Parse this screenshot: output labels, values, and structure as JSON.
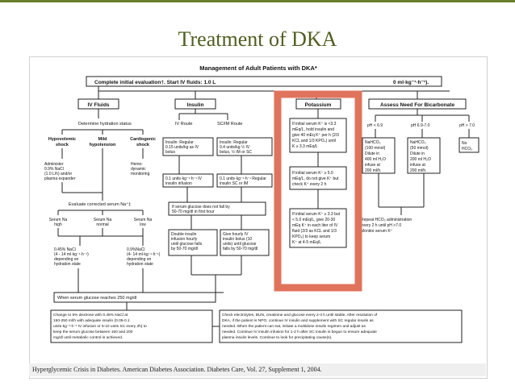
{
  "slide_title": "Treatment of DKA",
  "chart_title": "Management of Adult Patients with DKA*",
  "initial_eval": "Complete initial evaluation†. Start IV fluids: 1.0 L",
  "initial_eval_end": "0 ml·kg⁻¹·h⁻¹).",
  "iv_fluids": {
    "header": "IV Fluids",
    "hydration": "Determine hydration status",
    "shock": [
      "Hypovolemic",
      "shock"
    ],
    "mild": [
      "Mild",
      "hypotension"
    ],
    "cardio": [
      "Cardiogenic",
      "shock"
    ],
    "administer": [
      "Administer",
      "0.9% NaCl",
      "(1.0 L/h) and/or",
      "plasma expander"
    ],
    "hemo": [
      "Hemo-",
      "dynamic",
      "monitoring"
    ],
    "evaluate": "Evaluate corrected serum Na⁺‡",
    "na_high": [
      "Serum Na",
      "high"
    ],
    "na_normal": [
      "Serum Na",
      "normal"
    ],
    "na_low": [
      "Serum Na",
      "low"
    ],
    "half_nacl": [
      "0.45% NaCl",
      "(4 - 14 ml·kg⁻¹·h⁻¹)",
      "depending on",
      "hydration state"
    ],
    "full_nacl": [
      "0.9%NaCl",
      "(4- 14 ml·kg⁻¹·h⁻¹)",
      "depending on",
      "hydration state"
    ]
  },
  "insulin": {
    "header": "Insulin",
    "iv_route": "IV Route",
    "scim_route": "SC/IM Route",
    "iv_box": [
      "Insulin: Regular",
      "0.15 units/kg as IV",
      "bolus"
    ],
    "scim_box": [
      "Insulin: Regular",
      "0.4 units/kg ½ IV",
      "bolus, ½ IM or SC"
    ],
    "iv_infusion": [
      "0.1 units·kg⁻¹·h⁻¹ IV",
      "insulin infusion"
    ],
    "scim_hourly": [
      "0.1 units·kg⁻¹·h⁻¹ Regular",
      "insulin SC or IM"
    ],
    "not_fall": [
      "If serum glucose does not fall by",
      "50-70 mg/dl in first hour"
    ],
    "double": [
      "Double insulin",
      "infusion hourly",
      "until glucose falls",
      "by 50-70 mg/dl"
    ],
    "give_hourly": [
      "Give hourly IV",
      "insulin bolus (10",
      "units) until glucose",
      "falls by 50-70 mg/dl"
    ]
  },
  "potassium": {
    "header": "Potassium",
    "box1": [
      "If initial serum K⁺ is <3.3",
      "mEq/L, hold insulin and",
      "give 40 mEq K⁺ per h (2/3",
      "KCL and 1/3 KPO₄) until",
      "K ≥ 3.3 mEq/L"
    ],
    "box2": [
      "If initial serum K⁺ ≥ 5.0",
      "mEq/L, do not give K⁺ but",
      "check K⁺ every 2 h"
    ],
    "box3": [
      "If initial serum K⁺ ≥ 3.3 but",
      "< 5.0 mEq/L, give 20-30",
      "mEq K⁺ in each liter of IV",
      "fluid (2/3 as KCL and 1/3",
      "KPO₄) to keep serum",
      "K⁺ at 4-5 mEq/L"
    ]
  },
  "bicarb": {
    "header": "Assess Need For Bicarbonate",
    "ph1": "pH < 6.9",
    "ph2": "pH 6.9-7.0",
    "ph3": "pH > 7.0",
    "box1": [
      "NaHCO₃",
      "(100 mmol)",
      "Dilute in",
      "400 ml H₂O",
      "infuse at",
      "200 ml/h."
    ],
    "box2": [
      "NaHCO₃",
      "(50 mmol)",
      "Dilute in",
      "200 ml H₂O",
      "infuse at",
      "200 ml/h."
    ],
    "box3": [
      "No",
      "HCO₃"
    ],
    "repeat": [
      "Repeat HCO₃ administration",
      "every 2 h until pH >7.0",
      "Monitor serum K⁺"
    ]
  },
  "glucose_reaches": "When serum glucose reaches 250 mg/dl",
  "change_box": [
    "Change to 5% dextrose with 0.45% NaCl at",
    "150-250 ml/h with adequate insulin (0.05-0.1",
    "units·kg⁻¹·h⁻¹ IV infusion or 5-10 units SC every 2h) to",
    "keep the serum glucose between 150 and 200",
    "mg/dl until metabolic control is achieved."
  ],
  "check_box": [
    "Check electrolytes, BUN, creatinine and glucose every 2-4 h until stable. After resolution of",
    "DKA, if the patient is NPO, continue IV insulin and supplement with SC regular insulin as",
    "needed. When the patient can eat, initiate a multidose insulin regimen and adjust as",
    "needed. Continue IV insulin infusion for 1-2 h after SC insulin is begun to ensure adequate",
    "plasma insulin levels. Continue to look for precipitating cause(s)."
  ],
  "citation": "Hyperglycemic Crisis in Diabetes. American Diabetes Association. Diabetes Care, Vol. 27, Supplement 1, 2004.",
  "colors": {
    "title": "#4e5f1e",
    "highlight": "#e0735c",
    "rule": "#6a7d2a"
  }
}
